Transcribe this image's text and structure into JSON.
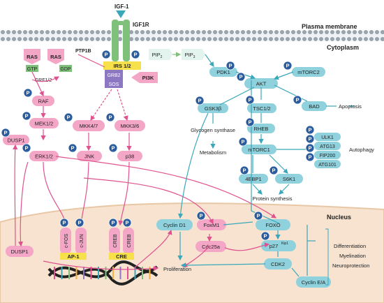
{
  "labels": {
    "membrane": "Plasma membrane",
    "cytoplasm": "Cytoplasm",
    "nucleus": "Nucleus",
    "ligand": "IGF-1",
    "receptor": "IGF1R",
    "ptp1b": "PTP1B",
    "grf": "GRF1/2",
    "gtp": "GTP",
    "gdp": "GDP",
    "p_badge": "P"
  },
  "nodes": {
    "ras1": "RAS",
    "ras2": "RAS",
    "raf": "RAF",
    "mek12": "MEK1/2",
    "mkk47": "MKK4/7",
    "mkk36": "MKK3/6",
    "dusp1_top": "DUSP1",
    "erk12": "ERK1/2",
    "jnk": "JNK",
    "p38": "p38",
    "irs12": "IRS 1/2",
    "grb2": "GRB2",
    "sos": "SOS",
    "pi3k": "PI3K",
    "pip2": "PIP",
    "pip2_sub": "2",
    "pip3": "PIP",
    "pip3_sub": "3",
    "pdk1": "PDK1",
    "mtorc2": "mTORC2",
    "akt": "AKT",
    "gsk3b": "GSK3β",
    "tsc12": "TSC1/2",
    "bad": "BAD",
    "rheb": "RHEB",
    "mtorc1": "mTORC1",
    "ebp1": "4EBP1",
    "s6k1": "S6K1",
    "ulk1": "ULK1",
    "atg13": "ATG13",
    "fip200": "FIP200",
    "atg101": "ATG101",
    "cyclind1": "Cyclin D1",
    "foxm1": "FoxM1",
    "foxo": "FOXO",
    "cdc25a": "Cdc25a",
    "p27": "p27",
    "p27_sup": "Kip1",
    "cdk2": "CDK2",
    "cycline": "Cyclin E/A",
    "dusp1_nuc": "DUSP1",
    "cfos": "c-FOS",
    "cjun": "c-JUN",
    "creb1": "CREB",
    "creb2": "CREB",
    "ap1": "AP-1",
    "cre": "CRE"
  },
  "outcomes": {
    "apoptosis": "Apoptosis",
    "glycogen_synthase": "Glycogen synthase",
    "metabolism": "Metabolism",
    "autophagy": "Autophagy",
    "protein_synthesis": "Protein synthesis",
    "proliferation": "Proliferation",
    "differentiation": "Differentiation",
    "myelination": "Myelination",
    "neuroprotection": "Neuroprotection"
  },
  "colors": {
    "pink": "#f4a6c6",
    "pink_dark": "#e0528f",
    "teal": "#8fd1dc",
    "teal_dark": "#3aa7bb",
    "p_blue": "#2b5c9e",
    "yellow": "#f6e14a",
    "purple": "#8b77c2",
    "green": "#7fc07b",
    "nucleus_bg": "#f7e3cf",
    "nucleus_edge": "#e8c7a6"
  }
}
